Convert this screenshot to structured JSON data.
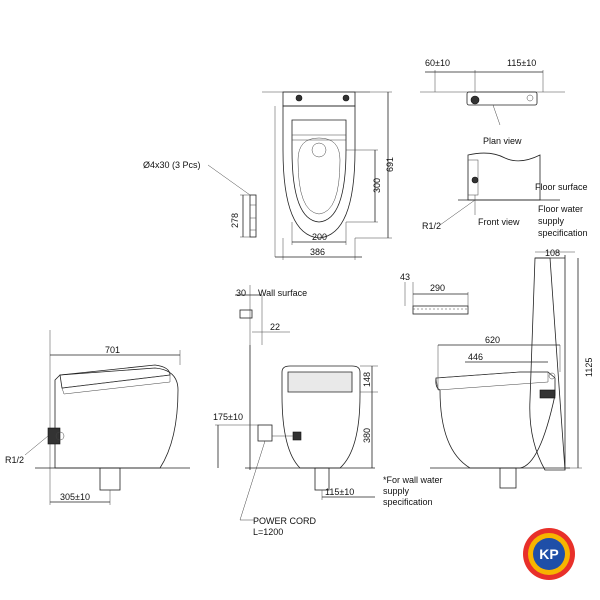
{
  "labels": {
    "screw": "Ø4x30 (3 Pcs)",
    "plan_view": "Plan view",
    "front_view": "Front view",
    "floor_surface": "Floor surface",
    "floor_water_1": "Floor water",
    "floor_water_2": "supply",
    "floor_water_3": "specification",
    "wall_surface": "Wall surface",
    "power_cord": "POWER CORD",
    "power_len": "L=1200",
    "wall_water_1": "*For wall water",
    "wall_water_2": "supply",
    "wall_water_3": "specification",
    "r12_a": "R1/2",
    "r12_b": "R1/2"
  },
  "dims": {
    "d60": "60±10",
    "d115a": "115±10",
    "d691": "691",
    "d300": "300",
    "d278": "278",
    "d200": "200",
    "d386": "386",
    "d30": "30",
    "d22": "22",
    "d43": "43",
    "d290": "290",
    "d108": "108",
    "d701": "701",
    "d620": "620",
    "d446": "446",
    "d1125": "1125",
    "d148": "148",
    "d380": "380",
    "d175": "175±10",
    "d115b": "115±10",
    "d305": "305±10"
  },
  "logo": {
    "text": "KP",
    "colors": [
      "#e8302a",
      "#f7b500",
      "#1f4fa8"
    ]
  }
}
